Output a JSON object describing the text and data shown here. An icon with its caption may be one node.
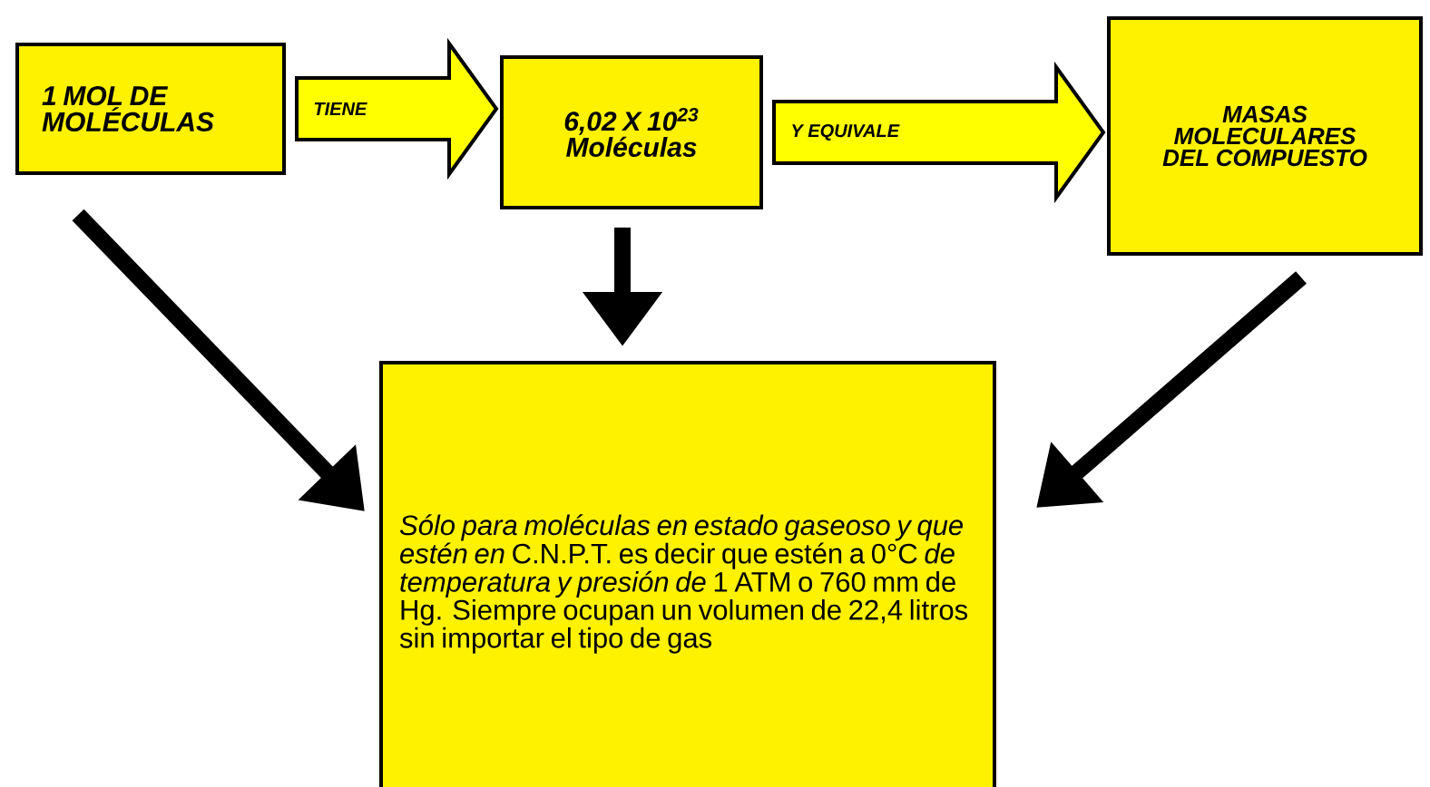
{
  "diagram": {
    "nodes": [
      {
        "text": [
          "1 MOL DE MOLÉCULAS"
        ]
      },
      {
        "text": [
          "6,02 X 10$^{23}$ Moléculas"
        ]
      },
      {
        "text": [
          "MASAS MOLECULARES DEL COMPUESTO"
        ]
      },
      {
        "text": [
          "*Sólo para moléculas en estado gaseoso y que estén en* C.N.P.T. es decir que estén a 0°C *de temperatura y presión de* 1 ATM o 760 mm de Hg. Siempre ocupan un volumen de 22,4 litros sin importar el tipo de gas"
        ]
      }
    ],
    "edges": [
      {
        "from": 0,
        "to": 1,
        "arrow": "to",
        "label": "TIENE",
        "color": "#ffff00"
      },
      {
        "from": 1,
        "to": 2,
        "arrow": "to",
        "label": "Y EQUIVALE",
        "color": "#ffff00"
      },
      {
        "from": 0,
        "to": 3,
        "arrow": "to"
      },
      {
        "from": 1,
        "to": 3,
        "arrow": "to"
      },
      {
        "from": 2,
        "to": 3,
        "arrow": "to"
      }
    ]
  }
}
